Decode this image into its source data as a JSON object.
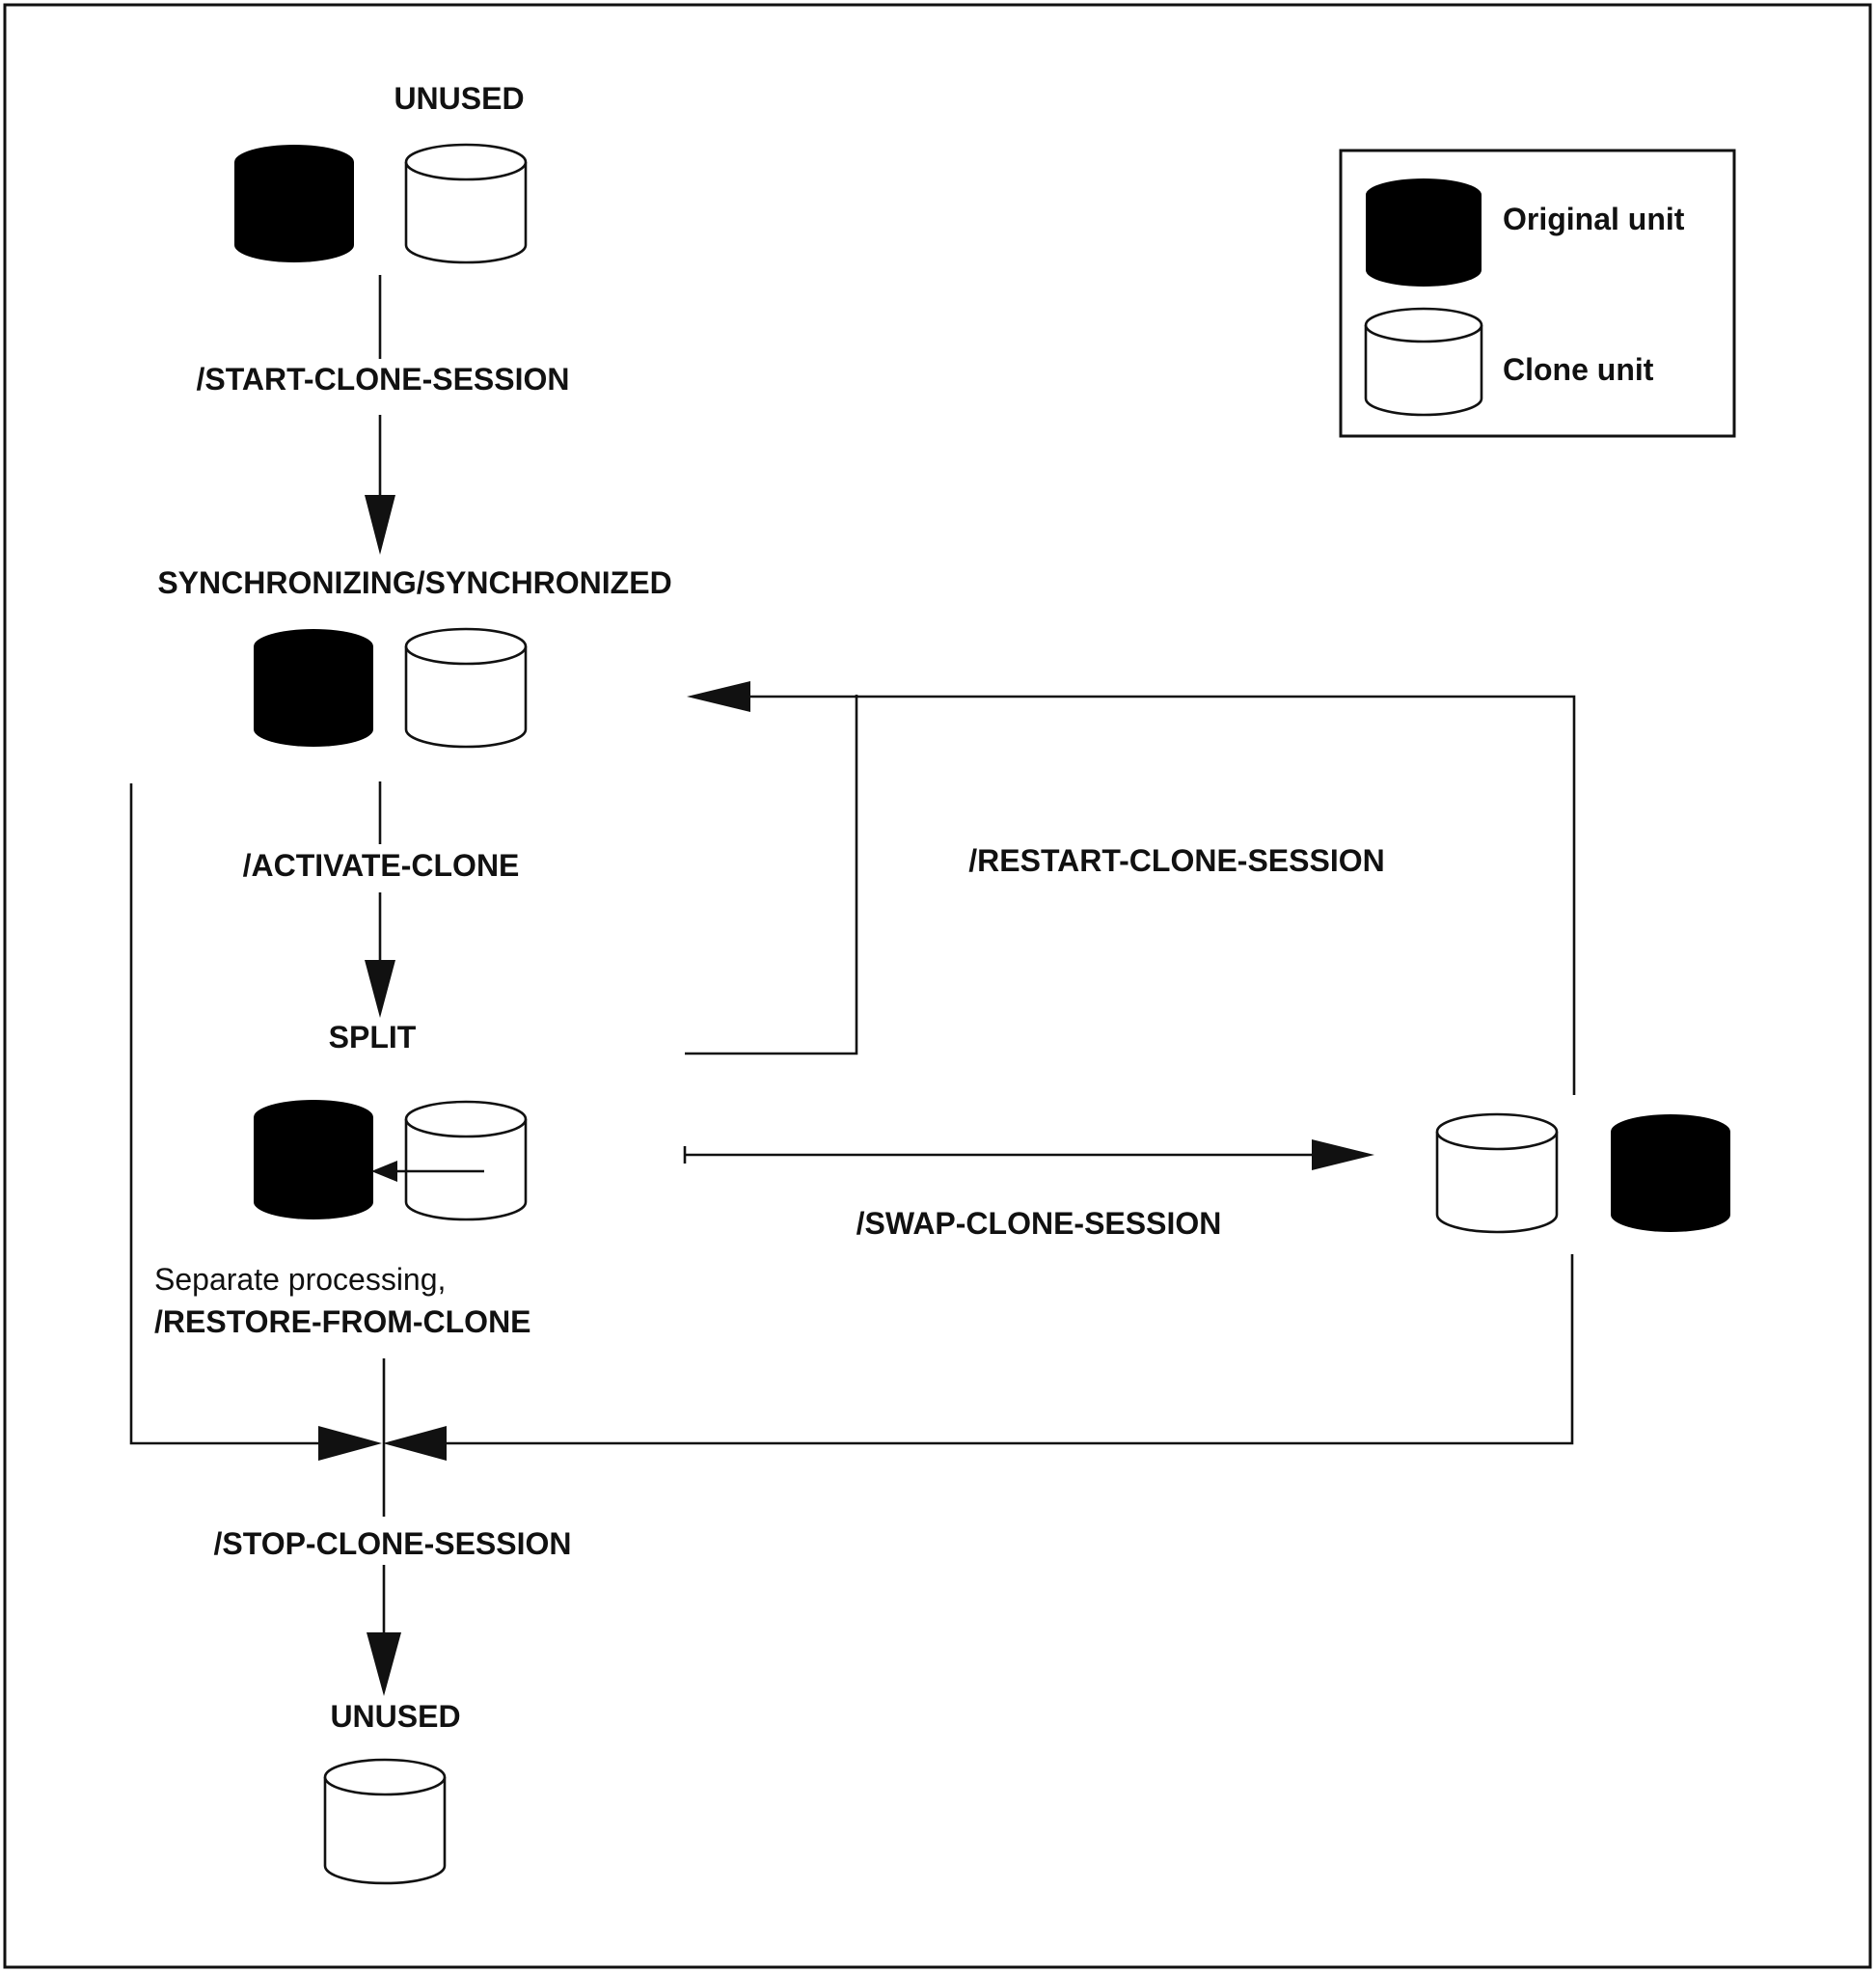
{
  "states": {
    "unused_top": "UNUSED",
    "synchronizing": "SYNCHRONIZING/SYNCHRONIZED",
    "split": "SPLIT",
    "unused_bottom": "UNUSED"
  },
  "commands": {
    "start_clone_session": "/START-CLONE-SESSION",
    "activate_clone": "/ACTIVATE-CLONE",
    "restart_clone_session": "/RESTART-CLONE-SESSION",
    "swap_clone_session": "/SWAP-CLONE-SESSION",
    "separate_processing": "Separate processing,",
    "restore_from_clone": "/RESTORE-FROM-CLONE",
    "stop_clone_session": "/STOP-CLONE-SESSION"
  },
  "legend": {
    "original_unit": "Original unit",
    "clone_unit": "Clone unit"
  },
  "colors": {
    "original_unit": "#000000",
    "clone_unit": "#ffffff",
    "line": "#111111"
  }
}
